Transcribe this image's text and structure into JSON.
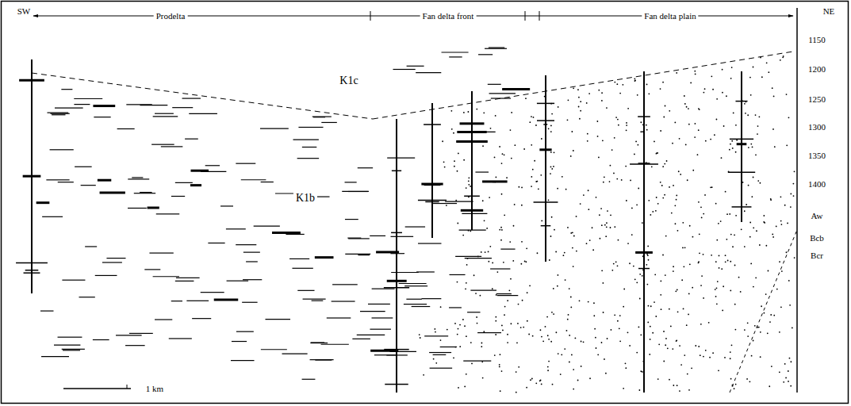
{
  "diagram": {
    "labels": [
      "SW",
      "Prodelta",
      "Fan delta front",
      "Fan delta plain",
      "NE",
      "K1c",
      "K1b",
      "1150",
      "1200",
      "1250",
      "1300",
      "1350",
      "1400",
      "Aw",
      "Bcb",
      "Bcr",
      "1 km"
    ]
  }
}
